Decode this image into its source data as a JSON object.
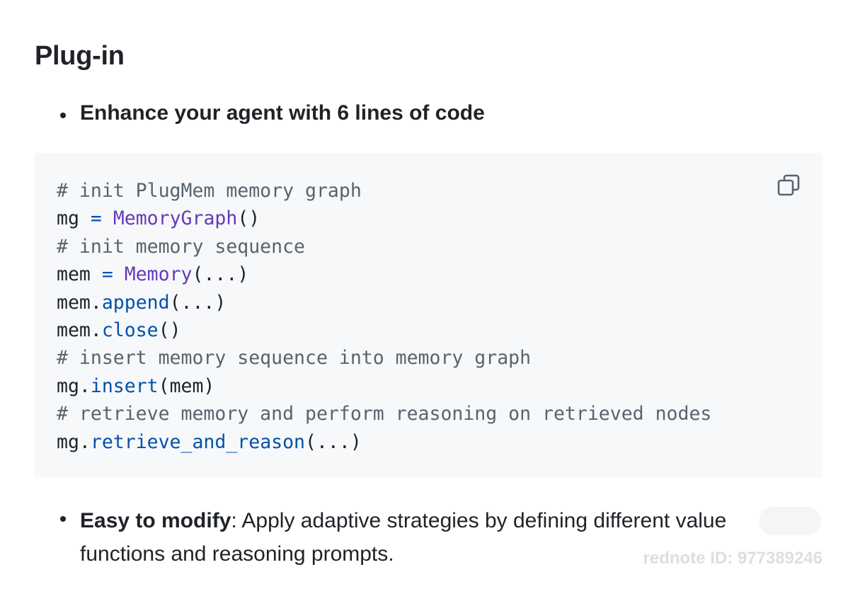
{
  "section": {
    "heading": "Plug-in"
  },
  "bullets": [
    {
      "title": "Enhance your agent with 6 lines of code"
    },
    {
      "title": "Easy to modify",
      "rest": ": Apply adaptive strategies by defining different value functions and reasoning prompts."
    }
  ],
  "code": {
    "lines": [
      [
        {
          "t": "comment",
          "v": "# init PlugMem memory graph"
        }
      ],
      [
        {
          "t": "plain",
          "v": "mg "
        },
        {
          "t": "op",
          "v": "="
        },
        {
          "t": "plain",
          "v": " "
        },
        {
          "t": "class",
          "v": "MemoryGraph"
        },
        {
          "t": "plain",
          "v": "()"
        }
      ],
      [
        {
          "t": "comment",
          "v": "# init memory sequence"
        }
      ],
      [
        {
          "t": "plain",
          "v": "mem "
        },
        {
          "t": "op",
          "v": "="
        },
        {
          "t": "plain",
          "v": " "
        },
        {
          "t": "class",
          "v": "Memory"
        },
        {
          "t": "plain",
          "v": "(...)"
        }
      ],
      [
        {
          "t": "plain",
          "v": "mem."
        },
        {
          "t": "method",
          "v": "append"
        },
        {
          "t": "plain",
          "v": "(...)"
        }
      ],
      [
        {
          "t": "plain",
          "v": "mem."
        },
        {
          "t": "method",
          "v": "close"
        },
        {
          "t": "plain",
          "v": "()"
        }
      ],
      [
        {
          "t": "comment",
          "v": "# insert memory sequence into memory graph"
        }
      ],
      [
        {
          "t": "plain",
          "v": "mg."
        },
        {
          "t": "method",
          "v": "insert"
        },
        {
          "t": "plain",
          "v": "(mem)"
        }
      ],
      [
        {
          "t": "comment",
          "v": "# retrieve memory and perform reasoning on retrieved nodes"
        }
      ],
      [
        {
          "t": "plain",
          "v": "mg."
        },
        {
          "t": "method",
          "v": "retrieve_and_reason"
        },
        {
          "t": "plain",
          "v": "(...)"
        }
      ]
    ],
    "copy_icon": "copy-icon"
  },
  "watermark": {
    "text": "rednote ID: 977389246"
  },
  "colors": {
    "code_bg": "#f6f8fa",
    "comment": "#59636e",
    "class": "#6639ba",
    "method": "#0550ae"
  }
}
